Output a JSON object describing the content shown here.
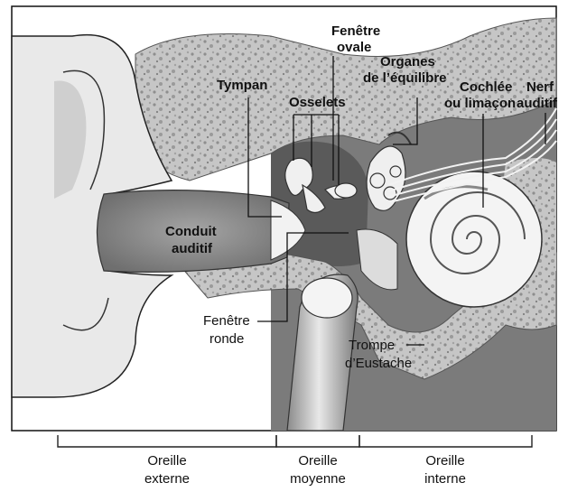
{
  "labels": {
    "fenetre_ovale": [
      "Fenêtre",
      "ovale"
    ],
    "organes_equilibre": [
      "Organes",
      "de l’équilibre"
    ],
    "tympan": "Tympan",
    "osselets": "Osselets",
    "cochlee": [
      "Cochlée",
      "ou limaçon"
    ],
    "nerf_auditif": [
      "Nerf",
      "auditif"
    ],
    "conduit_auditif": [
      "Conduit",
      "auditif"
    ],
    "fenetre_ronde": [
      "Fenêtre",
      "ronde"
    ],
    "trompe_eustache": [
      "Trompe",
      "d’Eustache"
    ]
  },
  "regions": {
    "oreille_externe": [
      "Oreille",
      "externe"
    ],
    "oreille_moyenne": [
      "Oreille",
      "moyenne"
    ],
    "oreille_interne": [
      "Oreille",
      "interne"
    ]
  },
  "colors": {
    "bone": "#c9c9c9",
    "tissue": "#7d7d7d",
    "soft": "#e6e6e6",
    "dark": "#4a4a4a",
    "outline": "#222222"
  }
}
